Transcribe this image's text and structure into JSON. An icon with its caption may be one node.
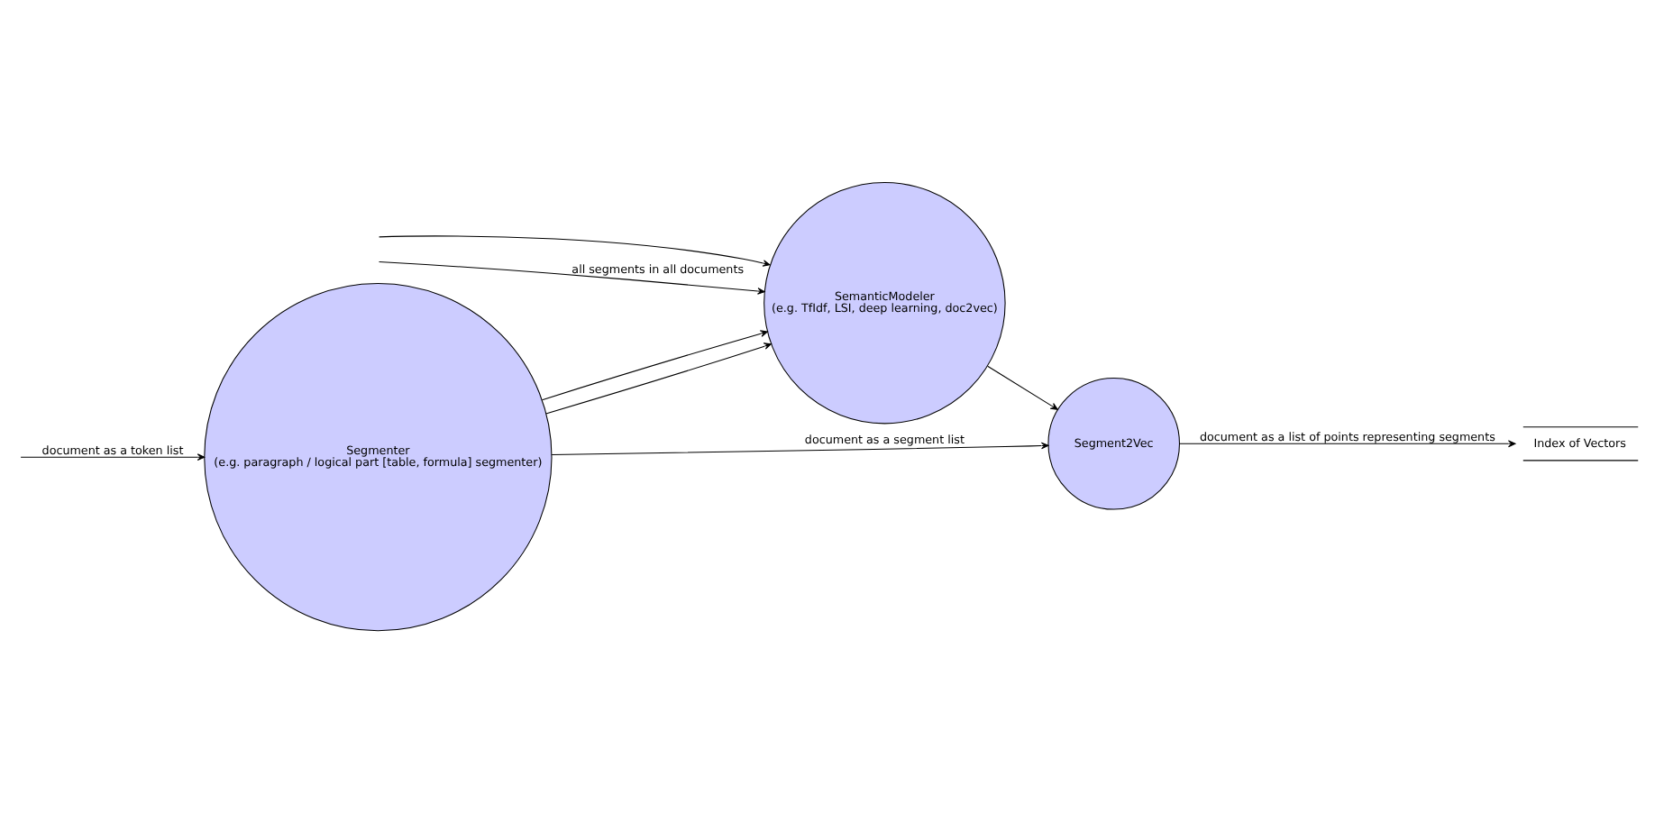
{
  "diagram": {
    "nodes": [
      {
        "text": [
          "Segmenter",
          "(e.g. paragraph / logical part [table, formula] segmenter)"
        ]
      },
      {
        "text": [
          "SemanticModeler",
          "(e.g. TfIdf, LSI, deep learning, doc2vec)"
        ]
      },
      {
        "text": [
          "Segment2Vec"
        ]
      },
      {
        "text": [
          "Index of Vectors"
        ]
      }
    ],
    "edges": [
      {
        "from": null,
        "to": 0,
        "arrow": "to",
        "label": "document as a token list"
      },
      {
        "from": 0,
        "to": 2,
        "arrow": "to",
        "label": "document as a segment list"
      },
      {
        "from": 0,
        "to": 1,
        "arrow": "to"
      },
      {
        "from": 0,
        "to": 1,
        "arrow": "to"
      },
      {
        "from": null,
        "to": 1,
        "arrow": "to"
      },
      {
        "from": null,
        "to": 1,
        "arrow": "to",
        "label": "all segments in all documents"
      },
      {
        "from": 1,
        "to": 2,
        "arrow": "to"
      },
      {
        "from": 2,
        "to": 3,
        "arrow": "to",
        "label": "document as a list of points representing segments"
      }
    ]
  }
}
